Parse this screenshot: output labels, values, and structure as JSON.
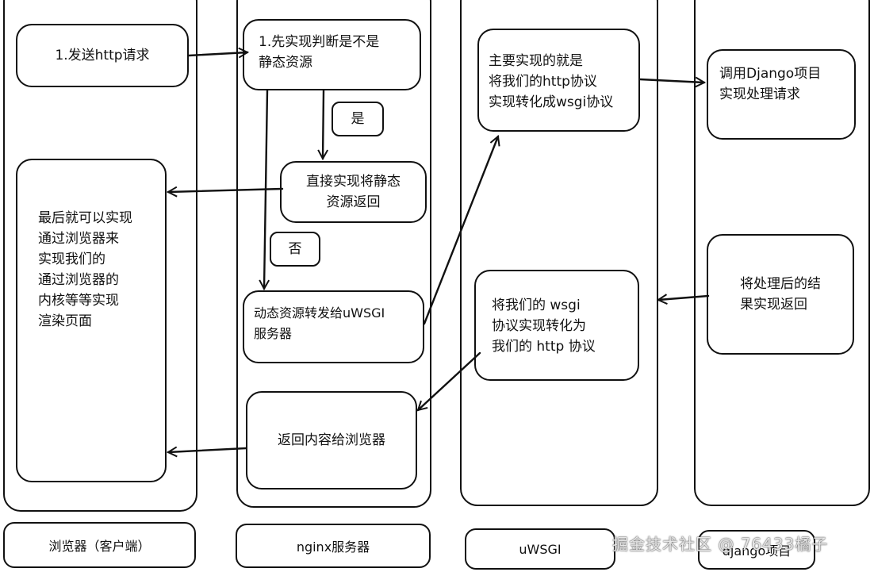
{
  "lanes": {
    "browser_caption": "浏览器（客户端）",
    "nginx_caption": "nginx服务器",
    "uwsgi_caption": "uWSGI",
    "django_caption": "django项目"
  },
  "boxes": {
    "send_request": "1.发送http请求",
    "render_page": "最后就可以实现\n通过浏览器来\n实现我们的\n通过浏览器的\n内核等等实现\n渲染页面",
    "check_static": "1.先实现判断是不是\n静态资源",
    "yes_label": "是",
    "return_static": "直接实现将静态\n资源返回",
    "no_label": "否",
    "forward_dynamic": "动态资源转发给uWSGI\n服务器",
    "return_content": "返回内容给浏览器",
    "uwsgi_convert_in": "主要实现的就是\n将我们的http协议\n实现转化成wsgi协议",
    "uwsgi_convert_out": "将我们的 wsgi\n协议实现转化为\n我们的 http 协议",
    "django_call": "调用Django项目\n实现处理请求",
    "django_return": "将处理后的结\n果实现返回"
  },
  "watermark": "掘金技术社区 @ 76433橘子"
}
